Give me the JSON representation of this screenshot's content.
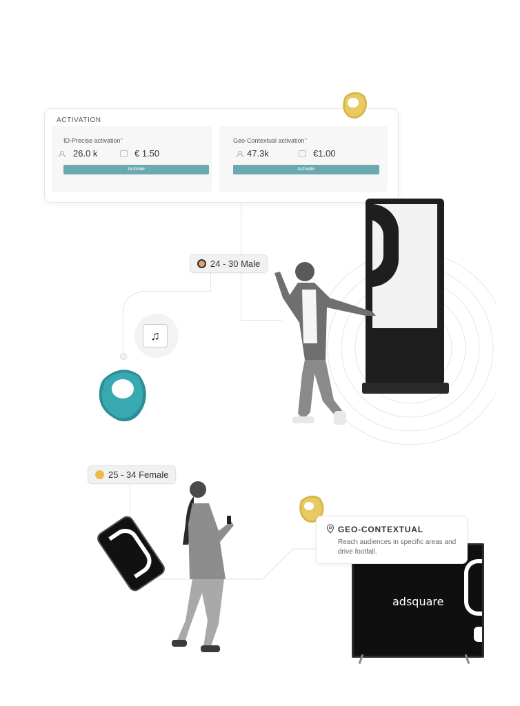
{
  "activation": {
    "title": "ACTIVATION",
    "id_precise": {
      "label": "ID-Precise activation",
      "audience": "26.0 k",
      "price": "€ 1.50",
      "button": "Activate"
    },
    "geo_contextual": {
      "label": "Geo-Contextual activation",
      "audience": "47.3k",
      "price": "€1.00",
      "button": "Activate"
    }
  },
  "badges": {
    "male": "24 - 30 Male",
    "female": "25 - 34 Female"
  },
  "geo_card": {
    "title": "GEO-CONTEXTUAL",
    "description": "Reach audiences in specific areas and drive footfall."
  },
  "tv": {
    "brand": "adsquare"
  },
  "music": {
    "glyph": "♫"
  },
  "colors": {
    "accent": "#6aa9b0",
    "pin_teal": "#2f9aa2",
    "pin_gold": "#d7b64a"
  }
}
